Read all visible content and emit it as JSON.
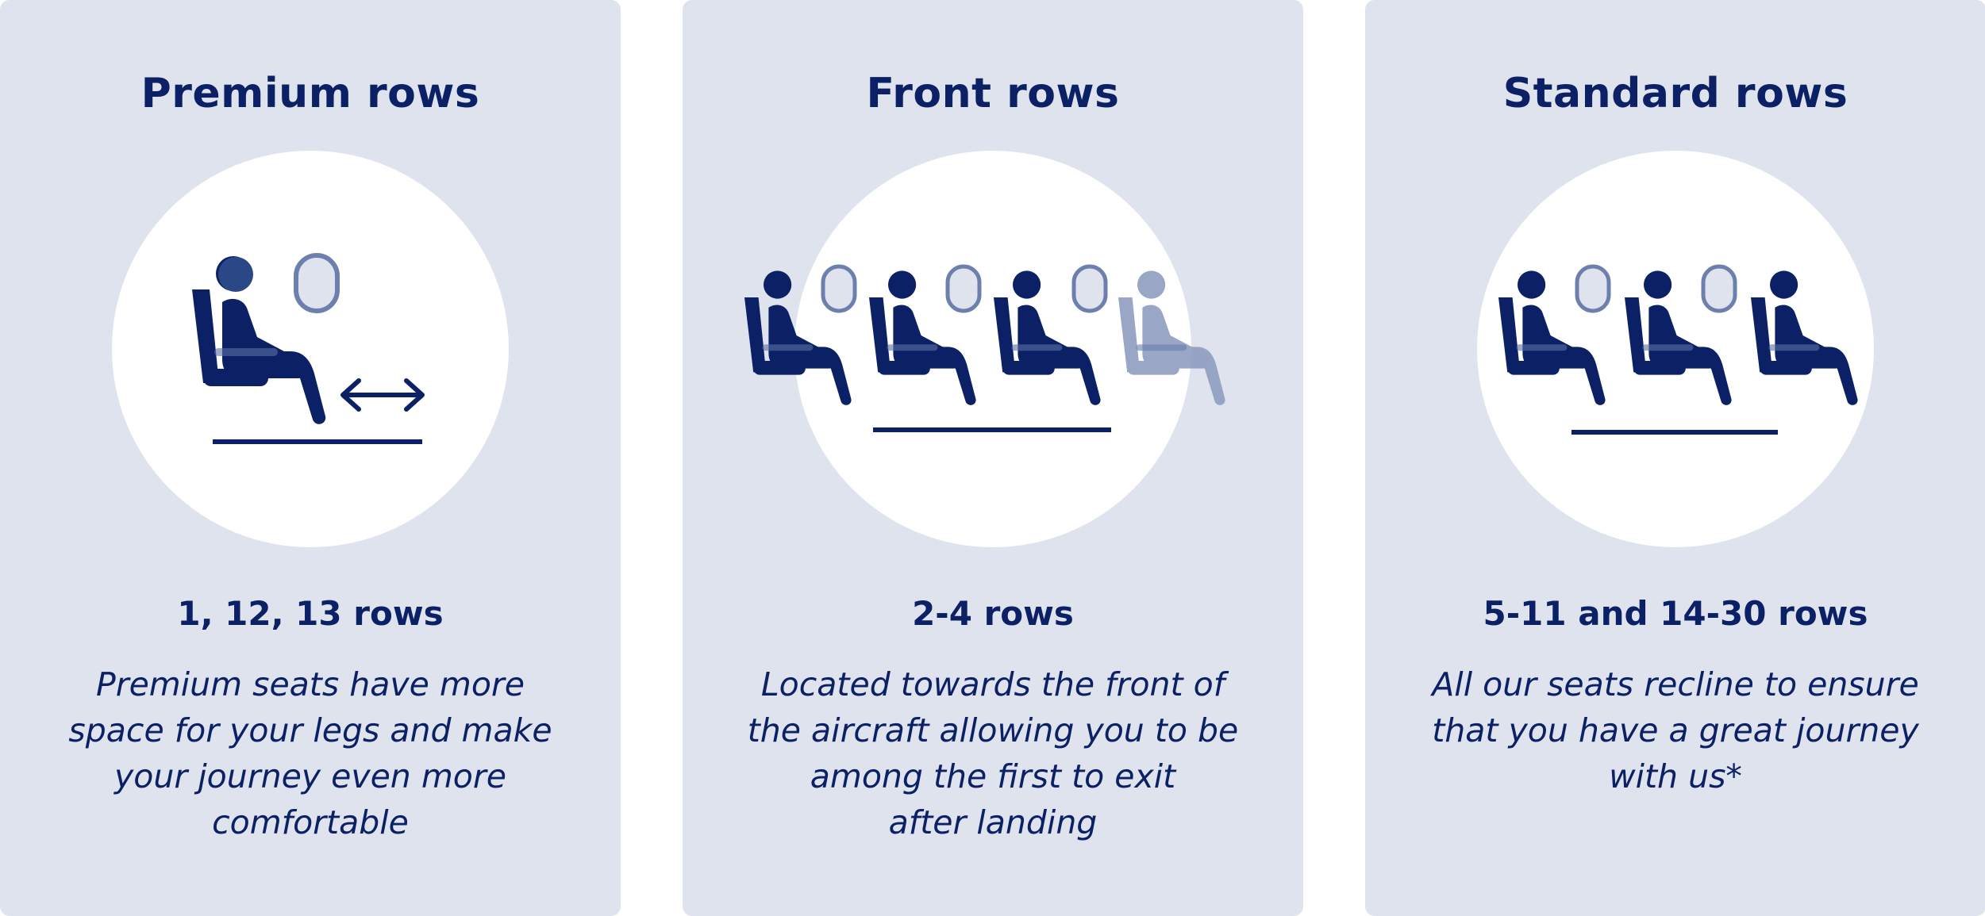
{
  "colors": {
    "card_background": "#dfe3ed",
    "text": "#0c2165",
    "seat_dark": "#0c2165",
    "seat_mid": "#2a4786",
    "seat_faded": "#8f9dc0",
    "window_outline": "#6d80ad"
  },
  "cards": [
    {
      "title": "Premium rows",
      "rows": "1, 12, 13 rows",
      "description": "Premium seats have more\nspace for your legs and make\nyour journey even more\ncomfortable",
      "icons": [
        "seated-passenger-icon",
        "window-icon",
        "legroom-arrow-icon",
        "floor-line"
      ]
    },
    {
      "title": "Front rows",
      "rows": "2-4 rows",
      "description": "Located towards the front of\nthe aircraft allowing you to be\namong the first to exit\nafter landing",
      "icons": [
        "seated-passenger-icon",
        "window-icon",
        "floor-line"
      ]
    },
    {
      "title": "Standard rows",
      "rows": "5-11 and 14-30 rows",
      "description": "All our seats recline to ensure\nthat you have a great journey\nwith us*",
      "icons": [
        "seated-passenger-icon",
        "window-icon",
        "floor-line"
      ]
    }
  ]
}
